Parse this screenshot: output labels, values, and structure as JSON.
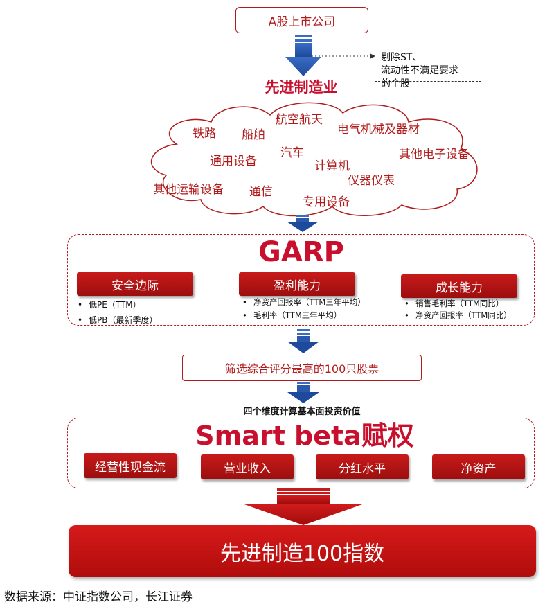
{
  "top_box": "A股上市公司",
  "exclusion_note": "剔除ST、\n流动性不满足要求\n的个股",
  "advanced_manufacturing": "先进制造业",
  "industries": [
    "铁路",
    "船舶",
    "航空航天",
    "电气机械及器材",
    "通用设备",
    "汽车",
    "计算机",
    "其他电子设备",
    "其他运输设备",
    "通信",
    "仪器仪表",
    "专用设备"
  ],
  "garp": {
    "title": "GARP",
    "groups": [
      {
        "label": "安全边际",
        "bullets": [
          "低PE（TTM）",
          "低PB（最新季度）"
        ]
      },
      {
        "label": "盈利能力",
        "bullets": [
          "净资产回报率（TTM三年平均）",
          "毛利率（TTM三年平均）"
        ]
      },
      {
        "label": "成长能力",
        "bullets": [
          "销售毛利率（TTM同比）",
          "净资产回报率（TTM同比）"
        ]
      }
    ]
  },
  "screen_box": "筛选综合评分最高的100只股票",
  "four_dims": "四个维度计算基本面投资价值",
  "smart_beta": {
    "title": "Smart beta赋权",
    "factors": [
      "经营性现金流",
      "营业收入",
      "分红水平",
      "净资产"
    ]
  },
  "final_index": "先进制造100指数",
  "source": "数据来源：中证指数公司，长江证券"
}
